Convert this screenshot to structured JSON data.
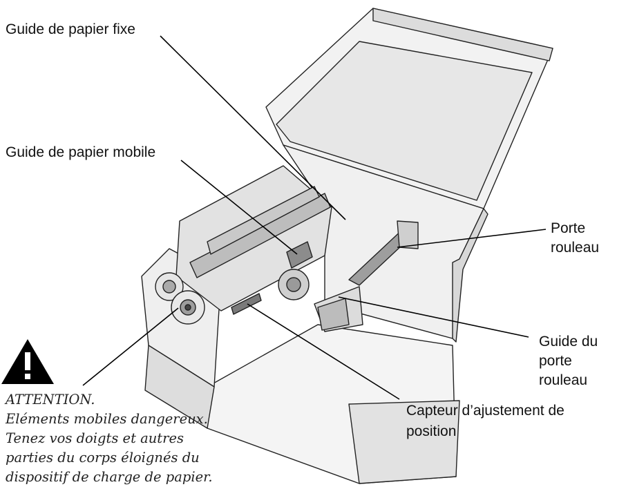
{
  "labels": {
    "fixed_guide": "Guide de papier fixe",
    "mobile_guide": "Guide de papier mobile",
    "roll_holder_1": "Porte",
    "roll_holder_2": "rouleau",
    "roll_guide_1": "Guide du",
    "roll_guide_2": "porte",
    "roll_guide_3": "rouleau",
    "sensor_1": "Capteur d’ajustement de",
    "sensor_2": "position"
  },
  "warning": {
    "title": "ATTENTION.",
    "line1": "Eléments mobiles dangereux.",
    "line2": "Tenez vos doigts et autres",
    "line3": "parties du corps éloignés du",
    "line4": "dispositif de charge de papier.",
    "icon": "warning-triangle-icon"
  }
}
